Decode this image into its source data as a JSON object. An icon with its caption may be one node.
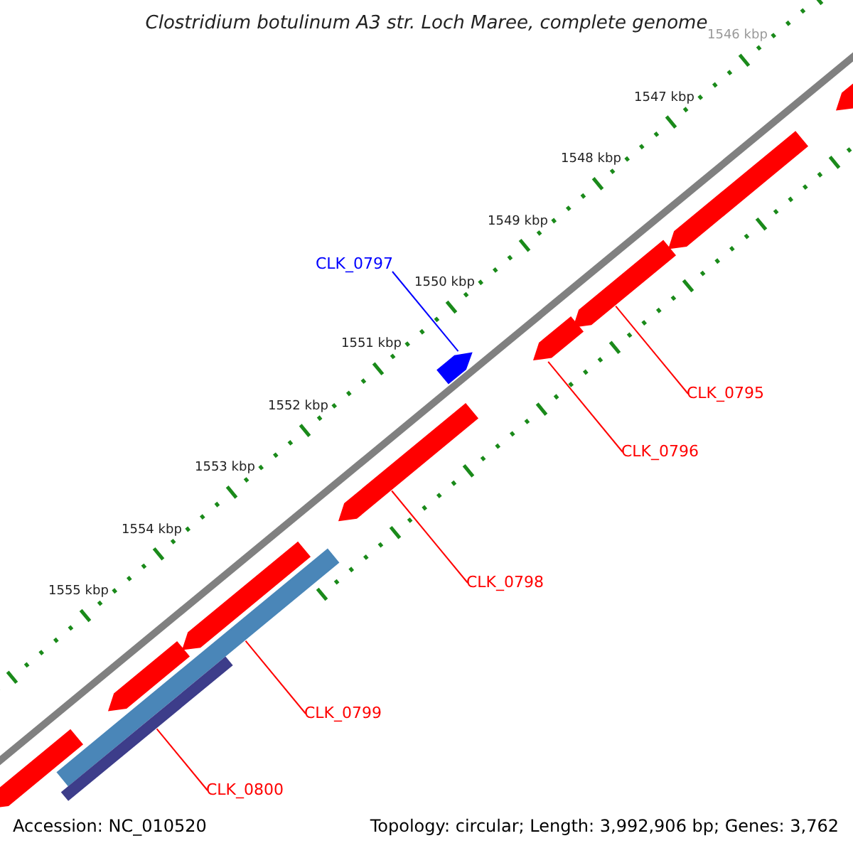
{
  "diagram": {
    "title": "Clostridium botulinum A3 str. Loch Maree, complete genome",
    "nodes": [
      {
        "text": [
          "CLK_0797"
        ]
      },
      {
        "text": [],
        "shape": "arrow"
      },
      {
        "text": [
          "CLK_0795"
        ]
      },
      {
        "text": [],
        "shape": "arrow"
      },
      {
        "text": [
          "CLK_0796"
        ]
      },
      {
        "text": [],
        "shape": "arrow"
      },
      {
        "text": [
          "CLK_0798"
        ]
      },
      {
        "text": [],
        "shape": "arrow"
      },
      {
        "text": [
          "CLK_0799"
        ]
      },
      {
        "text": [],
        "shape": "bar"
      },
      {
        "text": [
          "CLK_0800"
        ]
      },
      {
        "text": [],
        "shape": "bar"
      },
      {
        "text": [],
        "shape": "arrow"
      },
      {
        "text": [],
        "shape": "arrow"
      },
      {
        "text": [],
        "shape": "arrow"
      },
      {
        "text": [],
        "shape": "arrow"
      },
      {
        "text": [],
        "shape": "arrow"
      }
    ],
    "edges": [
      {
        "from": 0,
        "to": 1,
        "arrow": "none",
        "color": "#0000ff"
      },
      {
        "from": 2,
        "to": 3,
        "arrow": "none"
      },
      {
        "from": 4,
        "to": 5,
        "arrow": "none"
      },
      {
        "from": 6,
        "to": 7,
        "arrow": "none"
      },
      {
        "from": 8,
        "to": 9,
        "arrow": "none"
      },
      {
        "from": 10,
        "to": 11,
        "arrow": "none"
      }
    ],
    "labels": [
      "1546 kbp",
      "1547 kbp",
      "1548 kbp",
      "1549 kbp",
      "1550 kbp",
      "1551 kbp",
      "1552 kbp",
      "1553 kbp",
      "1554 kbp",
      "1555 kbp",
      "Accession: NC_010520",
      "Topology: circular; Length: 3,992,906 bp; Genes: 3,762"
    ]
  }
}
